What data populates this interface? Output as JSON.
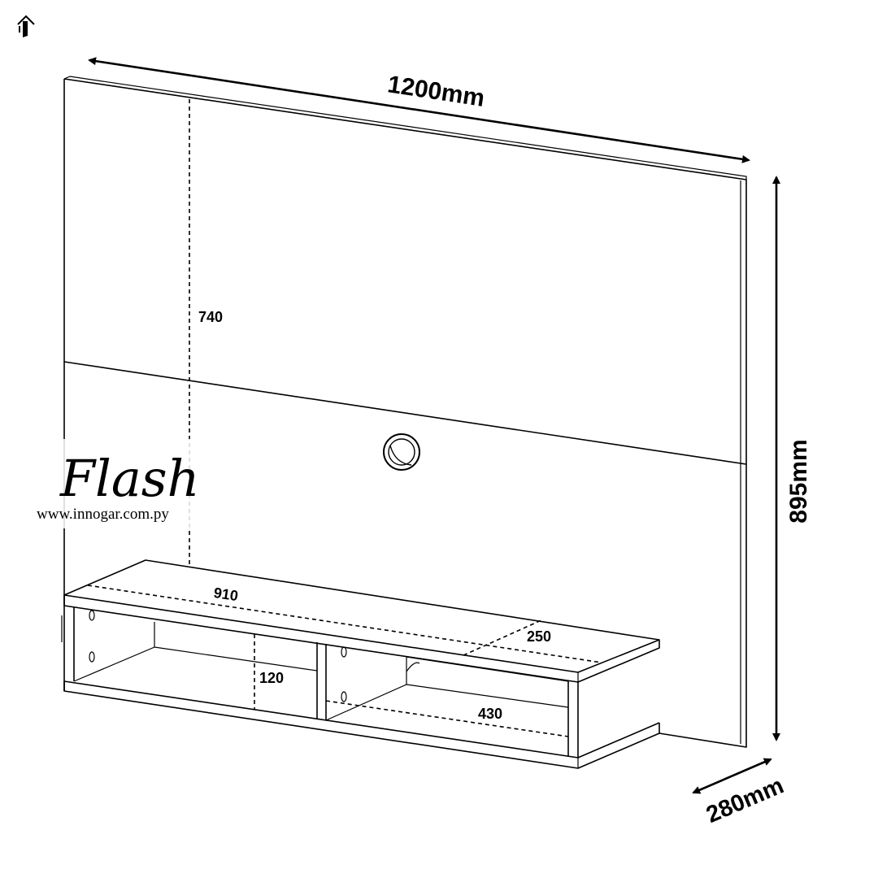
{
  "dimensions": {
    "width": "1200mm",
    "height": "895mm",
    "depth": "280mm",
    "panel_inner_height": "740",
    "shelf_length": "910",
    "shelf_depth": "250",
    "compartment_height": "120",
    "compartment_width": "430"
  },
  "brand": {
    "name": "Flash",
    "url": "www.innogar.com.py"
  },
  "icons": {
    "corner_logo": "house-logo-icon",
    "cable_hole": "cable-grommet-icon"
  },
  "colors": {
    "line": "#000000",
    "background": "#ffffff"
  }
}
